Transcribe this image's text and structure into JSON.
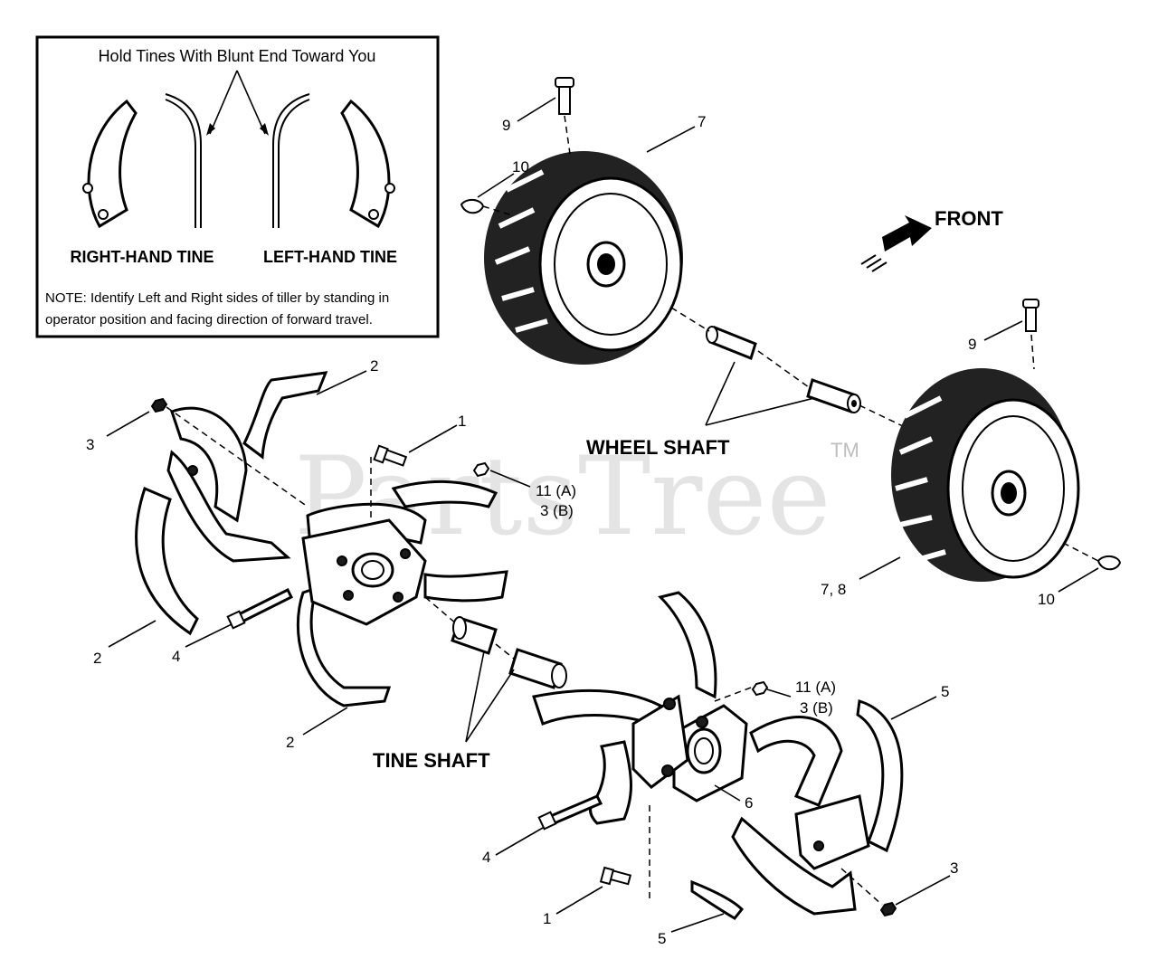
{
  "inset": {
    "heading": "Hold Tines With Blunt End Toward You",
    "right_label": "RIGHT-HAND TINE",
    "left_label": "LEFT-HAND TINE",
    "note_line1": "NOTE: Identify Left and Right sides of tiller by standing in",
    "note_line2": "operator position and facing direction of forward travel."
  },
  "labels": {
    "front": "FRONT",
    "wheel_shaft": "WHEEL SHAFT",
    "tine_shaft": "TINE SHAFT"
  },
  "callouts": {
    "c9_top": "9",
    "c7_top": "7",
    "c10_top": "10",
    "c9_right": "9",
    "c78": "7, 8",
    "c10_right": "10",
    "c2_top": "2",
    "c3_left": "3",
    "c1_top": "1",
    "c11a_top": "11 (A)",
    "c3b_top": "3 (B)",
    "c2_left": "2",
    "c4_left": "4",
    "c2_bottom": "2",
    "c11a_bottom": "11 (A)",
    "c3b_bottom": "3 (B)",
    "c5_right": "5",
    "c6": "6",
    "c4_bottom": "4",
    "c3_bottom": "3",
    "c1_bottom": "1",
    "c5_bottom": "5"
  },
  "watermark": {
    "text": "PartsTree",
    "tm": "TM"
  }
}
